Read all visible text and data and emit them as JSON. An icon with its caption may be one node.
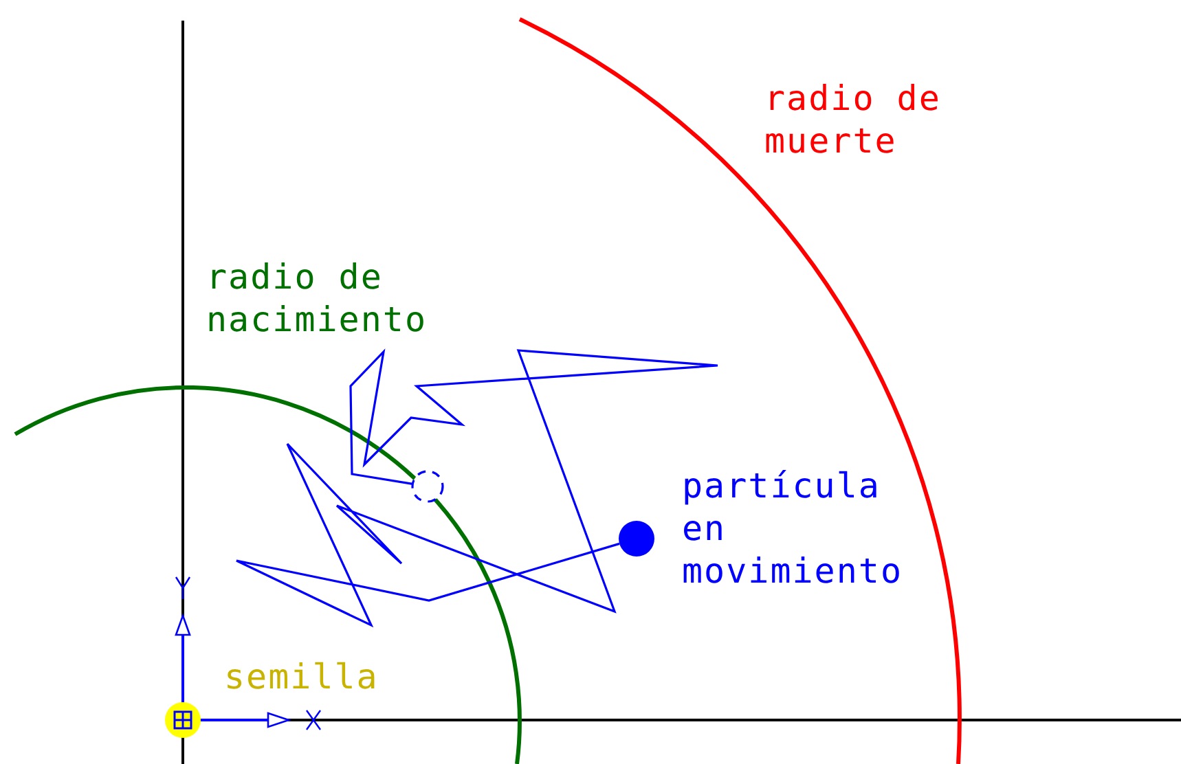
{
  "diagram": {
    "nodes": [
      {
        "text": [],
        "shape": "circle"
      },
      {
        "text": [],
        "shape": "circle"
      }
    ],
    "edges": [
      {
        "from": 0,
        "to": 1,
        "arrow": "none"
      }
    ],
    "labels": [
      "radio de muerte",
      "radio de nacimiento",
      "partícula en movimiento",
      "semilla"
    ]
  }
}
